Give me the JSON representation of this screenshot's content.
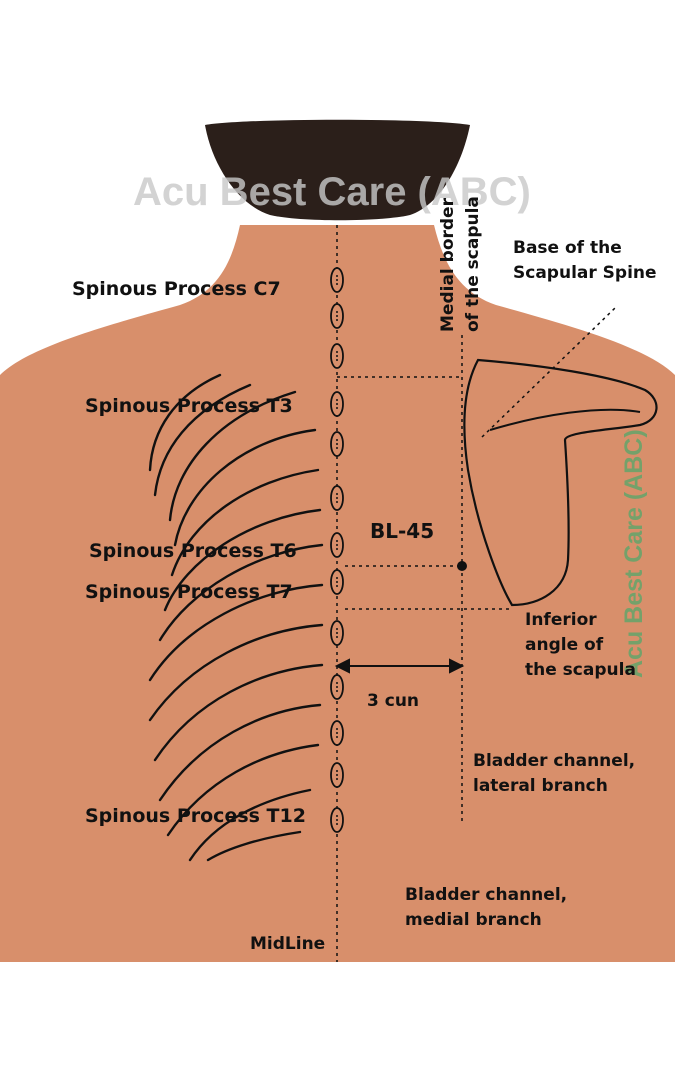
{
  "watermark_top": "Acu Best Care (ABC)",
  "watermark_side": "Acu Best Care (ABC)",
  "colors": {
    "skin": "#d88f6b",
    "skin_shadow": "#c47a58",
    "hair": "#2b1f1a",
    "line": "#111111",
    "watermark_top": "#c9c9c9",
    "watermark_side": "#6aa36a"
  },
  "spinous_labels": [
    "Spinous Process C7",
    "Spinous Process T3",
    "Spinous Process T6",
    "Spinous Process T7",
    "Spinous Process T12"
  ],
  "annotations": {
    "medial_border_line1": "Medial border",
    "medial_border_line2": "of the scapula",
    "base_spine_line1": "Base of the",
    "base_spine_line2": "Scapular Spine",
    "point_name": "BL-45",
    "inferior_line1": "Inferior",
    "inferior_line2": "angle of",
    "inferior_line3": "the scapula",
    "distance": "3 cun",
    "lateral_line1": "Bladder channel,",
    "lateral_line2": "lateral branch",
    "medial_line1": "Bladder channel,",
    "medial_line2": "medial branch",
    "midline": "MidLine"
  }
}
